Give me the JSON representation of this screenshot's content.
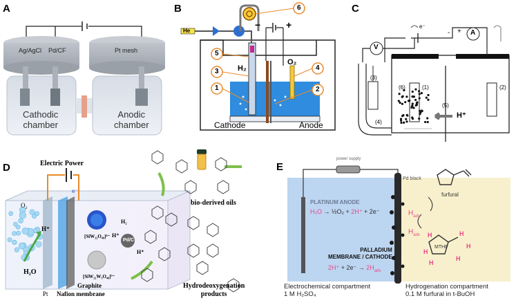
{
  "panelA": {
    "label": "A",
    "electrodes": [
      "Ag/AgCl",
      "Pd/CF",
      "Pt mesh"
    ],
    "chambers": [
      "Cathodic",
      "chamber",
      "Anodic",
      "chamber"
    ]
  },
  "panelB": {
    "label": "B",
    "gas_in": "He",
    "h2": "H₂",
    "o2": "O₂",
    "cathode": "Cathode",
    "anode": "Anode",
    "callouts": [
      "1",
      "2",
      "3",
      "4",
      "5",
      "6"
    ],
    "minus": "−",
    "plus": "+"
  },
  "panelC": {
    "label": "C",
    "voltmeter": "V",
    "ammeter": "A",
    "electron": "e⁻",
    "minus": "-",
    "plus": "+",
    "numbers": [
      "(1)",
      "(2)",
      "(3)",
      "(4)",
      "(5)",
      "(6)"
    ],
    "proton": "H⁺"
  },
  "panelD": {
    "label": "D",
    "power": "Electric Power",
    "electron": "e⁻",
    "o2": "O₂",
    "h_plus": "H⁺",
    "water": "H₂O",
    "pt": "Pt",
    "graphite": "Graphite",
    "membrane": "Nafion membrane",
    "oils": "bio-derived oils",
    "products_line1": "Hydrodeoxygenation",
    "products_line2": "products",
    "cat1": "[SiW₁₂O₄₀]⁴⁻",
    "cat2": "[SiW₁₂W₃O₄₀]⁵⁻",
    "pdc": "Pd/C",
    "h2": "H₂",
    "h_plus2": "H⁺",
    "h_plus3": "H⁺"
  },
  "panelE": {
    "label": "E",
    "power": "power supply",
    "pd_black": "Pd black",
    "anode_title": "PLATINUM ANODE",
    "anode_eq_h2o": "H₂O",
    "anode_eq_rest": " → ½O₂ + ",
    "anode_eq_h": "2H⁺",
    "anode_eq_end": " + 2e⁻",
    "cathode_title1": "PALLADIUM",
    "cathode_title2": "MEMBRANE / CATHODE",
    "cathode_eq_h": "2H⁺",
    "cathode_eq_mid": " + 2e⁻ → ",
    "cathode_eq_hads": "2H",
    "cathode_eq_sub": "ads",
    "hads": "H",
    "hads_sub": "ads",
    "furfural": "furfural",
    "mthf": "MTHF",
    "h": "H",
    "left_cap1": "Electrochemical compartment",
    "left_cap2": "1 M H₂SO₄",
    "right_cap1": "Hydrogenation compartment",
    "right_cap2": "0.1 M furfural in t-BuOH"
  },
  "colors": {
    "pink": "#e8468c",
    "blue_fill": "#bcd5f0",
    "cream": "#f8f0cc",
    "orange": "#e88a2a",
    "water_blue": "#3a8fd8"
  }
}
